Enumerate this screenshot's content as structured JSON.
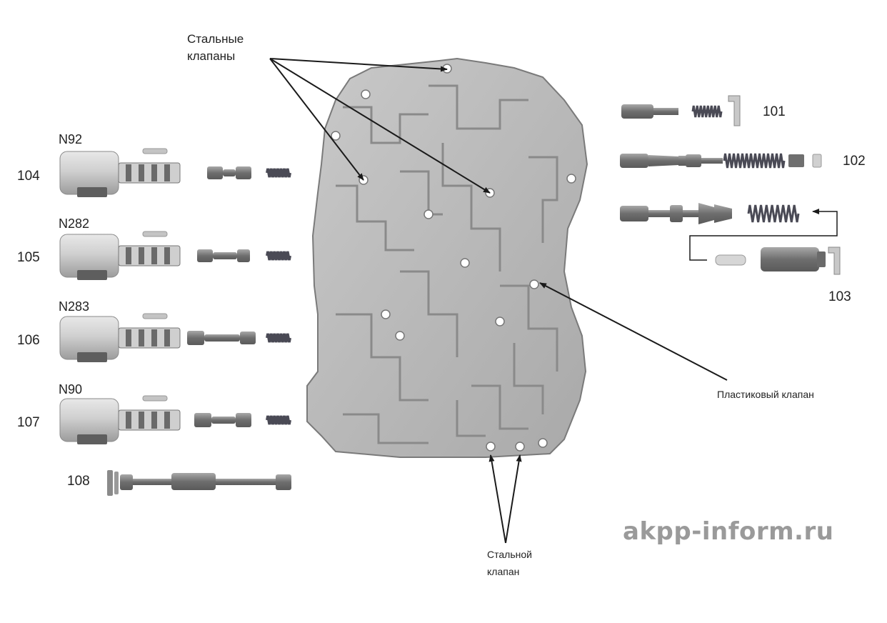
{
  "labels": {
    "steel_valves_top": [
      "Стальные",
      "клапаны"
    ],
    "plastic_valve": "Пластиковый клапан",
    "steel_valve_bottom": [
      "Стальной",
      "клапан"
    ]
  },
  "solenoids": [
    {
      "code": "N92",
      "number": "104"
    },
    {
      "code": "N282",
      "number": "105"
    },
    {
      "code": "N283",
      "number": "106"
    },
    {
      "code": "N90",
      "number": "107"
    }
  ],
  "part_numbers": {
    "p101": "101",
    "p102": "102",
    "p103": "103",
    "p108": "108"
  },
  "watermark": "akpp-inform.ru",
  "colors": {
    "plate": "#b9b9b9",
    "plate_dark": "#8e8e8e",
    "metal": "#8a8a8a",
    "spring": "#4a4a55",
    "text": "#222222"
  }
}
